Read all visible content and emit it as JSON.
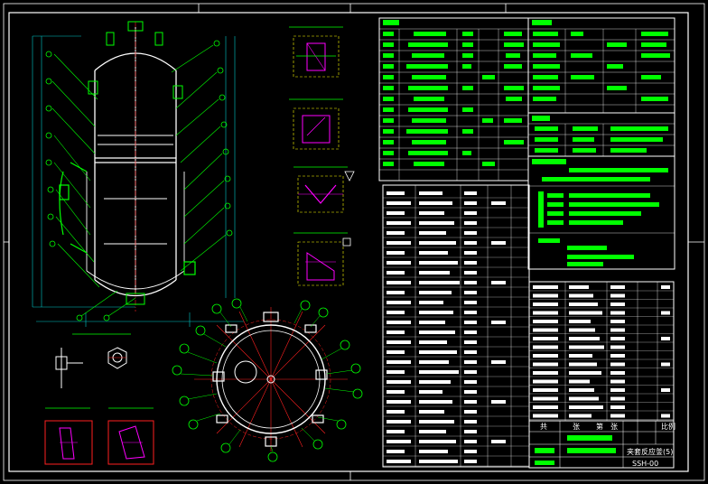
{
  "title_block": {
    "drawing_name": "夹套反应釜(5)",
    "drawing_number": "SSH-00",
    "cells": [
      "共",
      "张",
      "第",
      "张",
      "比例"
    ]
  },
  "colors": {
    "background": "#000000",
    "frame": "#ffffff",
    "detail_green": "#00ff00",
    "dimension_cyan": "#00c8c8",
    "section_red": "#ff2020",
    "hatch_magenta": "#ff00ff",
    "nozzle_yellow": "#ffff00"
  },
  "views": [
    {
      "name": "front-elevation",
      "kind": "vessel-section"
    },
    {
      "name": "top-plan-view",
      "kind": "nozzle-orientation"
    },
    {
      "name": "weld-detail-1",
      "kind": "detail"
    },
    {
      "name": "weld-detail-2",
      "kind": "detail"
    },
    {
      "name": "weld-detail-3",
      "kind": "detail"
    },
    {
      "name": "weld-detail-4",
      "kind": "detail"
    },
    {
      "name": "support-detail",
      "kind": "detail"
    },
    {
      "name": "lifting-lug-detail-1",
      "kind": "detail"
    },
    {
      "name": "lifting-lug-detail-2",
      "kind": "detail"
    }
  ]
}
